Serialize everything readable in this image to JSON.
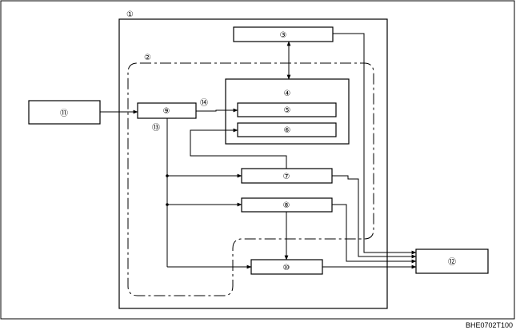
{
  "labels": {
    "n1": "①",
    "n2": "②",
    "n3": "③",
    "n4": "④",
    "n5": "⑤",
    "n6": "⑥",
    "n7": "⑦",
    "n8": "⑧",
    "n9": "⑨",
    "n10": "⑩",
    "n11": "⑪",
    "n12": "⑫",
    "n13": "⑬",
    "n14": "⑭"
  },
  "figure_code": "BHE0702T100",
  "colors": {
    "ink": "#000000",
    "background": "#ffffff"
  }
}
